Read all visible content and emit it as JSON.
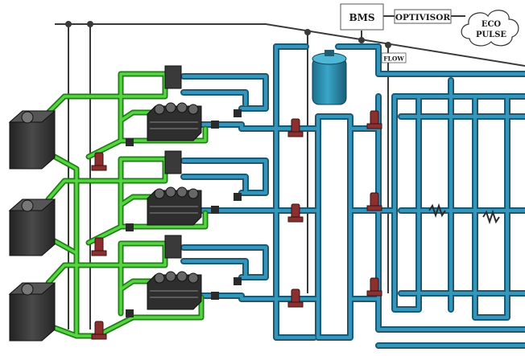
{
  "labels": {
    "bms": "BMS",
    "optivisor": "OPTIVISOR",
    "eco_line1": "ECO",
    "eco_line2": "PULSE",
    "flow": "FLOW"
  },
  "colors": {
    "chilled_water": "#2a7f9e",
    "condenser_water": "#3bbf2e",
    "control_wire": "#3a3a3a",
    "pump": "#8b2f2f",
    "tank": "#2d8fb0",
    "equipment": "#333333"
  }
}
